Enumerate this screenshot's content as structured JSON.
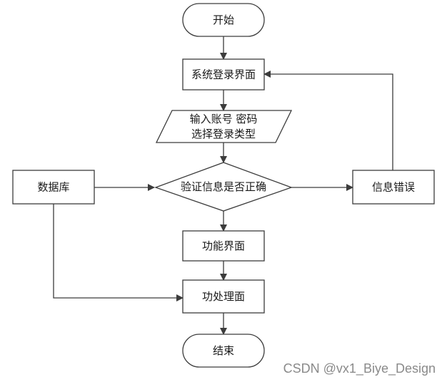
{
  "nodes": {
    "start": "开始",
    "login_screen": "系统登录界面",
    "input_line1": "输入账号 密码",
    "input_line2": "选择登录类型",
    "validate": "验证信息是否正确",
    "database": "数据库",
    "info_error": "信息错误",
    "function_screen": "功能界面",
    "process_screen": "功处理面",
    "end": "结束"
  },
  "watermark": "CSDN @vx1_Biye_Design"
}
